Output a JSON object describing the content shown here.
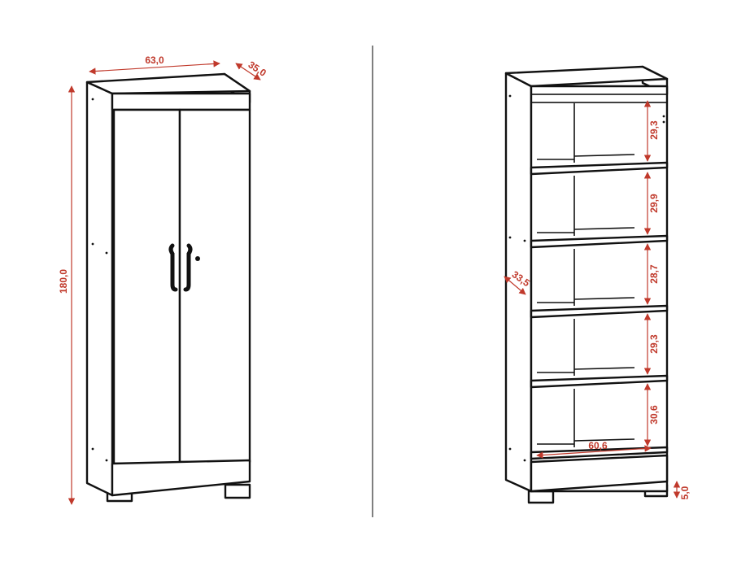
{
  "colors": {
    "dimension": "#c0392b",
    "line": "#111111",
    "background": "#ffffff"
  },
  "left_cabinet": {
    "width_label": "63,0",
    "depth_label": "35,0",
    "height_label": "180,0"
  },
  "right_cabinet": {
    "depth_label": "33,5",
    "shelf_heights": [
      "29,3",
      "29,9",
      "28,7",
      "29,3",
      "30,6"
    ],
    "inner_width_label": "60,6",
    "base_height_label": "5,0"
  }
}
